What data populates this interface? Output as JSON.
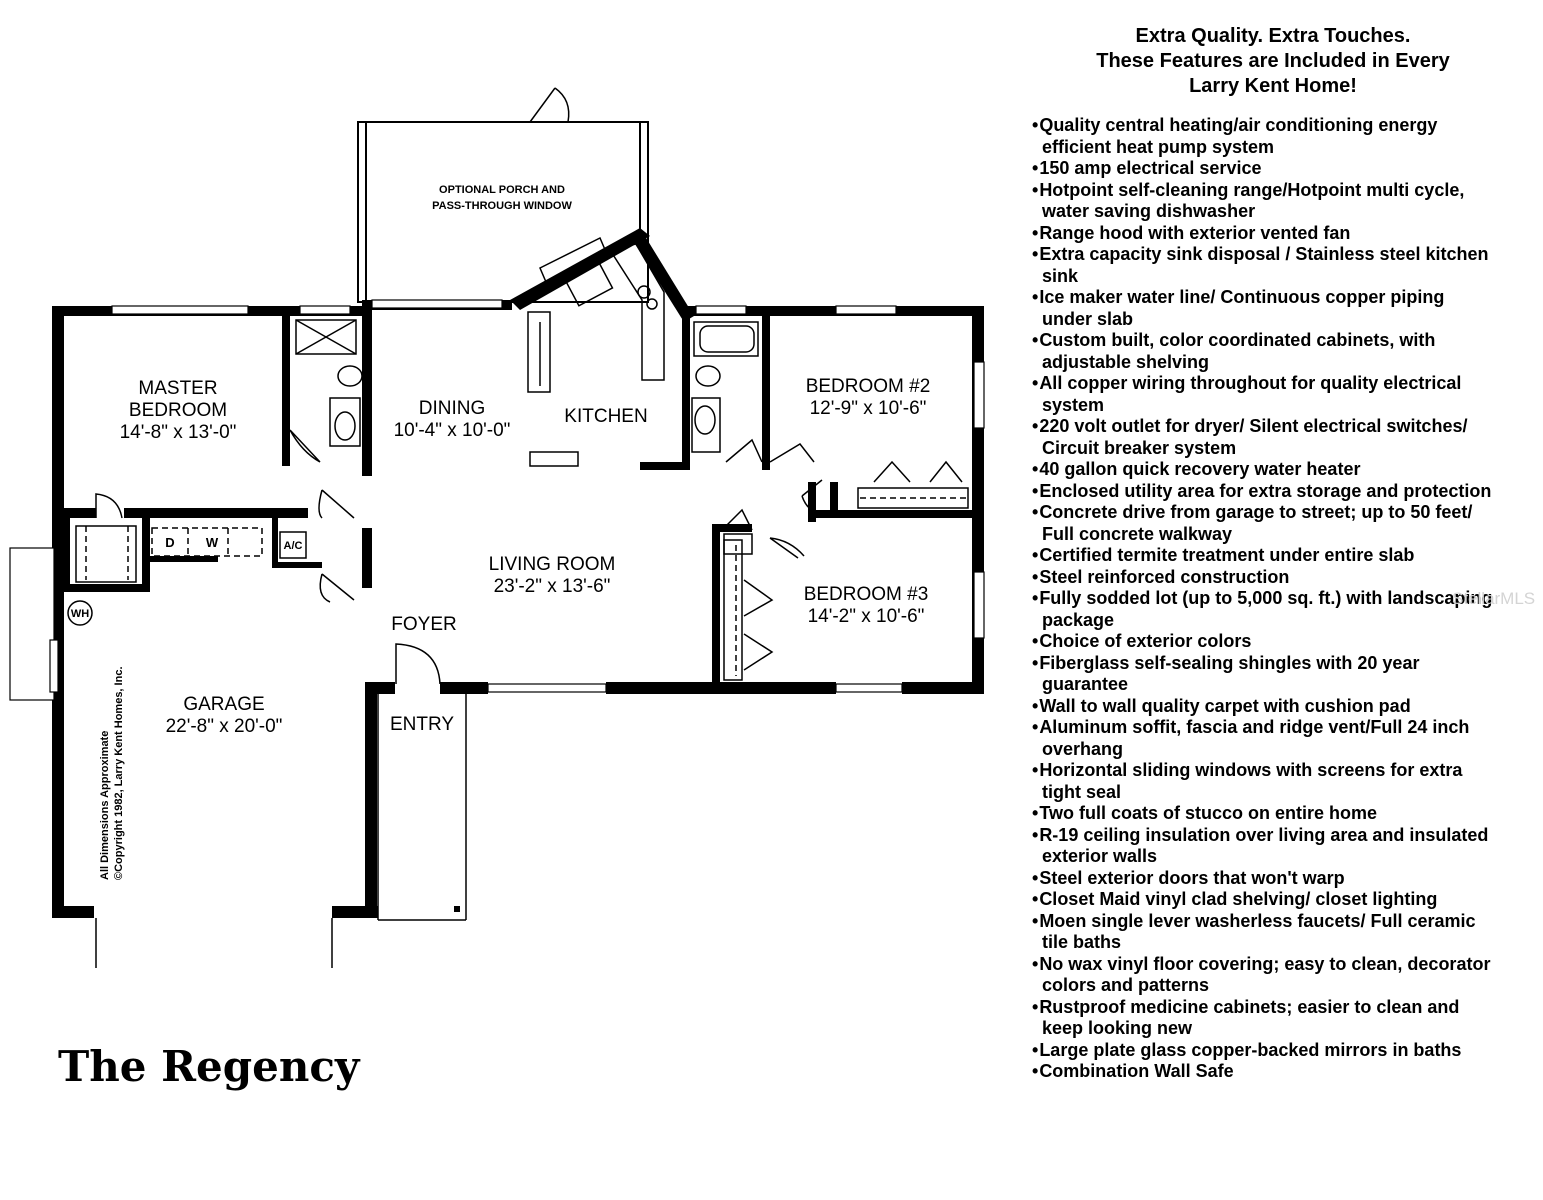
{
  "plan": {
    "title": "The Regency",
    "rooms": {
      "master_bedroom": {
        "name_line1": "MASTER",
        "name_line2": "BEDROOM",
        "dims": "14'-8\" x 13'-0\""
      },
      "dining": {
        "name": "DINING",
        "dims": "10'-4\" x 10'-0\""
      },
      "kitchen": {
        "name": "KITCHEN"
      },
      "bedroom2": {
        "name": "BEDROOM #2",
        "dims": "12'-9\" x 10'-6\""
      },
      "bedroom3": {
        "name": "BEDROOM #3",
        "dims": "14'-2\" x 10'-6\""
      },
      "living_room": {
        "name": "LIVING ROOM",
        "dims": "23'-2\" x 13'-6\""
      },
      "foyer": {
        "name": "FOYER"
      },
      "entry": {
        "name": "ENTRY"
      },
      "garage": {
        "name": "GARAGE",
        "dims": "22'-8\" x 20'-0\""
      }
    },
    "porch_note_line1": "OPTIONAL PORCH AND",
    "porch_note_line2": "PASS-THROUGH WINDOW",
    "appliance_labels": {
      "dryer": "D",
      "washer": "W",
      "ac": "A/C",
      "water_heater": "WH"
    },
    "copyright_line1": "All Dimensions Approximate",
    "copyright_line2": "©Copyright 1982, Larry Kent Homes, Inc."
  },
  "features": {
    "heading_line1": "Extra Quality. Extra Touches.",
    "heading_line2": "These Features are Included in Every",
    "heading_line3": "Larry Kent Home!",
    "items": [
      "Quality central heating/air conditioning energy efficient heat pump system",
      "150 amp electrical service",
      "Hotpoint self-cleaning range/Hotpoint multi cycle, water saving dishwasher",
      "Range hood with exterior vented fan",
      "Extra capacity sink disposal / Stainless steel kitchen sink",
      "Ice maker water line/ Continuous copper piping under slab",
      "Custom built, color coordinated cabinets, with adjustable shelving",
      "All copper wiring throughout for quality electrical system",
      "220 volt outlet for dryer/ Silent electrical switches/ Circuit breaker system",
      "40 gallon quick recovery water heater",
      "Enclosed utility area for extra storage and protection",
      "Concrete drive from garage to street; up to 50 feet/ Full concrete walkway",
      "Certified termite treatment under entire slab",
      "Steel reinforced construction",
      "Fully sodded lot (up to 5,000 sq. ft.) with landscaping package",
      "Choice of exterior colors",
      "Fiberglass self-sealing shingles with 20 year guarantee",
      "Wall to wall quality carpet with cushion pad",
      "Aluminum soffit, fascia and ridge vent/Full 24 inch overhang",
      "Horizontal sliding windows with screens for extra tight seal",
      "Two full coats of stucco on entire home",
      "R-19 ceiling insulation over living area and insulated exterior walls",
      "Steel exterior doors that won't warp",
      "Closet Maid vinyl clad shelving/ closet lighting",
      "Moen single lever washerless faucets/ Full ceramic tile baths",
      "No wax vinyl floor covering; easy to clean, decorator colors and patterns",
      "Rustproof medicine cabinets; easier to clean and keep looking new",
      "Large plate glass copper-backed mirrors in baths",
      "Combination Wall Safe"
    ]
  },
  "watermark": "StellarMLS"
}
